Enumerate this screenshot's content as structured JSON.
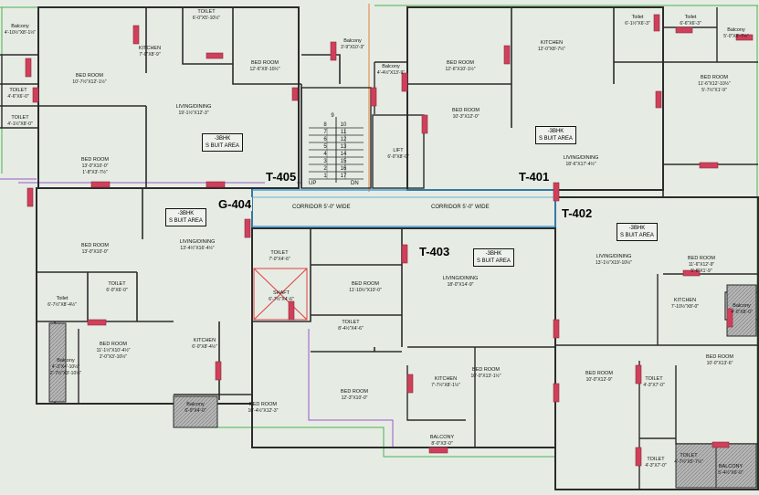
{
  "units": {
    "g404": "G-404",
    "t405": "T-405",
    "t401": "T-401",
    "t402": "T-402",
    "t403": "T-403"
  },
  "area_box": {
    "line1": "-3BHK",
    "line2": "S BUIT AREA"
  },
  "corridors": {
    "left": "CORRIDOR 5'-0\" WIDE",
    "right": "CORRIDOR 5'-0\" WIDE"
  },
  "stairs": {
    "numbers_left": [
      "8",
      "7",
      "6",
      "5",
      "4",
      "3",
      "2",
      "1"
    ],
    "numbers_right": [
      "10",
      "11",
      "12",
      "13",
      "14",
      "15",
      "16",
      "17"
    ],
    "top_number": "9",
    "up": "UP",
    "dn": "DN"
  },
  "rooms": {
    "balcony_tl": {
      "name": "Balcony",
      "dim": "4'-10½\"X8'-1½\""
    },
    "toilet_tl": {
      "name": "TOILET",
      "dim": "4'-6\"X6'-0\""
    },
    "toilet_l2": {
      "name": "TOILET",
      "dim": "4'-1½\"X8'-0\""
    },
    "bed_t405_a": {
      "name": "BED ROOM",
      "dim": "10'-7½\"X12'-1½\""
    },
    "kitchen_t405": {
      "name": "KITCHEN",
      "dim": "7'-0\"X8'-9\""
    },
    "toilet_t405": {
      "name": "TOILET",
      "dim": "6'-0\"X5'-10½\""
    },
    "bed_t405_b": {
      "name": "BED ROOM",
      "dim": "12'-6\"X9'-10½\""
    },
    "balcony_t405": {
      "name": "Balcony",
      "dim": "3'-9\"X10'-3\""
    },
    "living_t405": {
      "name": "LIVING/DINING",
      "dim": "19'-1½\"X12'-3\""
    },
    "bed_t405_c": {
      "name": "BED ROOM",
      "dim": "13'-0\"X10'-0\"",
      "dim2": "1'-8\"X3'-7½\""
    },
    "balcony_t401": {
      "name": "Balcony",
      "dim": "4'-4½\"X13'-9\""
    },
    "bed_t401_a": {
      "name": "BED ROOM",
      "dim": "12'-6\"X10'-1½\""
    },
    "kitchen_t401": {
      "name": "KITCHEN",
      "dim": "12'-0\"X8'-7½\""
    },
    "toilet_t401_a": {
      "name": "Toilet",
      "dim": "6'-1½\"X6'-3\""
    },
    "toilet_t401_b": {
      "name": "Toilet",
      "dim": "6'-6\"X6'-3\""
    },
    "balcony_tr": {
      "name": "Balcony",
      "dim": "5'-0\"X8'-7½\""
    },
    "bed_t401_b": {
      "name": "BED ROOM",
      "dim": "10'-3\"X12'-0\""
    },
    "bed_t401_c": {
      "name": "BED ROOM",
      "dim": "11'-6\"X12'-10½\"",
      "dim2": "5'-7½\"X1'-9\""
    },
    "lift": {
      "name": "LIFT",
      "dim": "6'-0\"X8'-0\""
    },
    "living_t401": {
      "name": "LIVING/DINING",
      "dim": "18'-6\"X17'-4½\""
    },
    "bed_g404_a": {
      "name": "BED ROOM",
      "dim": "13'-0\"X10'-0\""
    },
    "living_g404": {
      "name": "LIVING/DINING",
      "dim": "13'-4½\"X16'-4½\""
    },
    "toilet_g404_a": {
      "name": "TOILET",
      "dim": "6'-0\"X6'-0\""
    },
    "toilet_g404_b": {
      "name": "Toilet",
      "dim": "6'-7½\"X8'-4½\""
    },
    "bed_g404_b": {
      "name": "BED ROOM",
      "dim": "11'-1½\"X10'-4½\"",
      "dim2": "2'-0\"X3'-10½\""
    },
    "balcony_g404_a": {
      "name": "Balcony",
      "dim": "4'-3\"X4'-10½\"",
      "dim2": "2'-7½\"X3'-10½\""
    },
    "kitchen_g404": {
      "name": "KITCHEN",
      "dim": "6'-0\"X8'-4½\""
    },
    "balcony_g404_b": {
      "name": "Balcony",
      "dim": "6'-9\"X4'-0\""
    },
    "bed_g404_c": {
      "name": "BED ROOM",
      "dim": "10'-4½\"X12'-3\""
    },
    "toilet_t403": {
      "name": "TOILET",
      "dim": "7'-0\"X4'-6\""
    },
    "shaft": {
      "name": "SHAFT",
      "dim": "6'-7½\"X4'-6\""
    },
    "bed_t403_a": {
      "name": "BED ROOM",
      "dim": "11'-10½\"X10'-0\""
    },
    "toilet_t403_b": {
      "name": "TOILET",
      "dim": "8'-4½\"X4'-6\""
    },
    "bed_t403_b": {
      "name": "BED ROOM",
      "dim": "12'-3\"X10'-0\""
    },
    "kitchen_t403": {
      "name": "KITCHEN",
      "dim": "7'-7½\"X8'-1½\""
    },
    "balcony_t403": {
      "name": "BALCONY",
      "dim": "8'-0\"X3'-0\""
    },
    "living_t403": {
      "name": "LIVING/DINING",
      "dim": "18'-0\"X14'-9\""
    },
    "bed_t403_c": {
      "name": "BED ROOM",
      "dim": "10'-0\"X13'-1½\""
    },
    "living_t402": {
      "name": "LIVING/DINING",
      "dim": "13'-1½\"X19'-10½\""
    },
    "bed_t402_a": {
      "name": "BED ROOM",
      "dim": "11'-6\"X12'-9\"",
      "dim2": "5'-6\"X1'-9\""
    },
    "kitchen_t402": {
      "name": "KITCHEN",
      "dim": "7'-10½\"X8'-0\""
    },
    "balcony_t402_a": {
      "name": "Balcony",
      "dim": "4'-0\"X8'-0\""
    },
    "bed_t402_b": {
      "name": "BED ROOM",
      "dim": "10'-0\"X13'-6\""
    },
    "bed_t402_c": {
      "name": "BED ROOM",
      "dim": "10'-0\"X12'-9\""
    },
    "toilet_t402_a": {
      "name": "TOILET",
      "dim": "4'-3\"X7'-0\""
    },
    "toilet_t402_b": {
      "name": "TOILET",
      "dim": "4'-3\"X7'-0\""
    },
    "toilet_t402_c": {
      "name": "TOILET",
      "dim": "4'-7½\"X5'-7½\""
    },
    "balcony_t402_b": {
      "name": "BALCONY",
      "dim": "5'-4½\"X6'-0\""
    }
  },
  "colors": {
    "background": "#e6ece4",
    "wall": "#2b2b2b",
    "door_marker": "#d0405a",
    "corridor_line": "#3a9bd6",
    "green_line": "#4caf50",
    "orange_line": "#e0813a",
    "purple_line": "#9a58c8",
    "hatch": "#8f8f8f"
  }
}
